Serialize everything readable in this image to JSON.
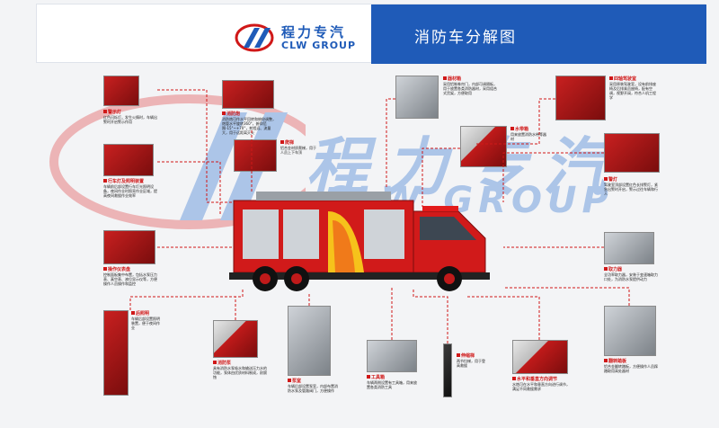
{
  "header": {
    "logo_cn": "程力专汽",
    "logo_en": "CLW GROUP",
    "title": "消防车分解图"
  },
  "watermark": {
    "cn": "程力专汽",
    "en": "CLW GROUP"
  },
  "callouts": {
    "c1": {
      "title": "警示灯",
      "text": "红色闪烁灯，发生火情时，车辆出警时开启警示作用"
    },
    "c2": {
      "title": "消防炮",
      "text": "消防炮可作水平回转和俯仰调整，炮管水平旋转360°，俯仰范围-15°~+70°，射程远、流量大，用于远距离灭火"
    },
    "c3": {
      "title": "器材箱",
      "text": "采用铝制卷帘门，内部可调隔板，用于放置各类消防器材，采用组合式货架，方便取用"
    },
    "c4": {
      "title": "四轴驾驶室",
      "text": "采用原装驾驶室，设有前排座椅及后排乘员座椅，配有空调，视野开阔，符合人机工程学"
    },
    "c5": {
      "title": "水带箱",
      "text": "用来放置消防水带等器材"
    },
    "c6": {
      "title": "爬梯",
      "text": "铝合金材质爬梯，用于人员上下车顶"
    },
    "c7": {
      "title": "行车灯及照明装置",
      "text": "车辆前后部设置行车灯光照明设备，夜间作业时照亮作业区域，提高夜间救援作业效率"
    },
    "c8": {
      "title": "警灯",
      "text": "驾驶室顶部设置红色长排警灯，紧急出警时开启，警示过往车辆和行人"
    },
    "c9": {
      "title": "操作仪表盘",
      "text": "控制面板集中布置，包括水泵压力表、真空表、液位显示仪等，方便操作人员操作和监控"
    },
    "c10": {
      "title": "取力器",
      "text": "全功率取力器，安装于变速箱取力口处，为消防水泵提供动力"
    },
    "c11": {
      "title": "后照明",
      "text": "车辆后部设置照明装置，便于夜间作业"
    },
    "c12": {
      "title": "消防泵",
      "text": "具有消防水泵吸水和输送压力水的功能，泵体由优质材料制成，耐腐蚀"
    },
    "c13": {
      "title": "泵室",
      "text": "车辆后部设置泵室，内部布置消防水泵及管路阀门，方便操作"
    },
    "c14": {
      "title": "工具箱",
      "text": "车辆两侧设置有工具箱，用来放置各类消防工具"
    },
    "c15": {
      "title": "伸缩梯",
      "text": "两节拉梯，用于登高救援"
    },
    "c16": {
      "title": "水平和垂直方向调节",
      "text": "水炮可在水平和垂直方向进行调节，满足不同救援需求"
    },
    "c17": {
      "title": "翻转踏板",
      "text": "铝合金翻转踏板，方便操作人员踩踏取用高处器材"
    }
  },
  "colors": {
    "brand_blue": "#1f5bb8",
    "accent_red": "#d01818"
  }
}
